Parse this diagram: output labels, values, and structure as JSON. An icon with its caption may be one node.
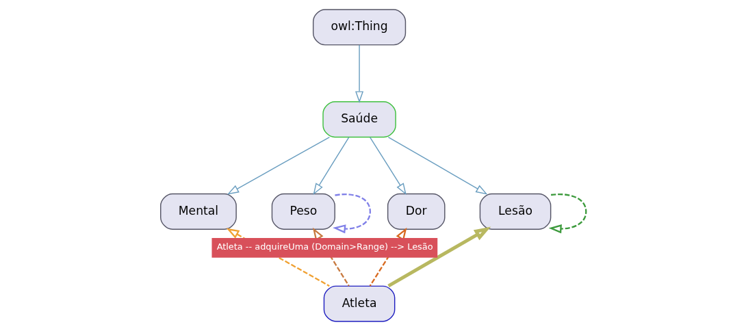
{
  "diagram": {
    "nodes": [
      {
        "text": [
          "owl:Thing"
        ]
      },
      {
        "text": [
          "Saúde"
        ]
      },
      {
        "text": [
          "Mental"
        ]
      },
      {
        "text": [
          "Peso"
        ]
      },
      {
        "text": [
          "Dor"
        ]
      },
      {
        "text": [
          "Lesão"
        ]
      },
      {
        "text": [
          "Atleta"
        ]
      }
    ],
    "edges": [
      {
        "from": 0,
        "to": 1,
        "arrow": "to"
      },
      {
        "from": 1,
        "to": 2,
        "arrow": "to"
      },
      {
        "from": 1,
        "to": 3,
        "arrow": "to"
      },
      {
        "from": 1,
        "to": 4,
        "arrow": "to"
      },
      {
        "from": 1,
        "to": 5,
        "arrow": "to"
      },
      {
        "from": 3,
        "to": 3,
        "arrow": "to",
        "style": "dashed",
        "color": "#8080e8"
      },
      {
        "from": 5,
        "to": 5,
        "arrow": "to",
        "style": "dashed",
        "color": "#3c9a3c"
      },
      {
        "from": 6,
        "to": 2,
        "arrow": "to",
        "style": "dashed",
        "color": "#f0a030"
      },
      {
        "from": 6,
        "to": 3,
        "arrow": "to",
        "style": "dashed",
        "color": "#c87a40"
      },
      {
        "from": 6,
        "to": 4,
        "arrow": "to",
        "style": "dashed",
        "color": "#d86a20"
      },
      {
        "from": 6,
        "to": 5,
        "arrow": "to",
        "style": "thick",
        "color": "#b8b860",
        "label": "Atleta -- adquireUma (Domain>Range) --> Lesão"
      }
    ]
  }
}
